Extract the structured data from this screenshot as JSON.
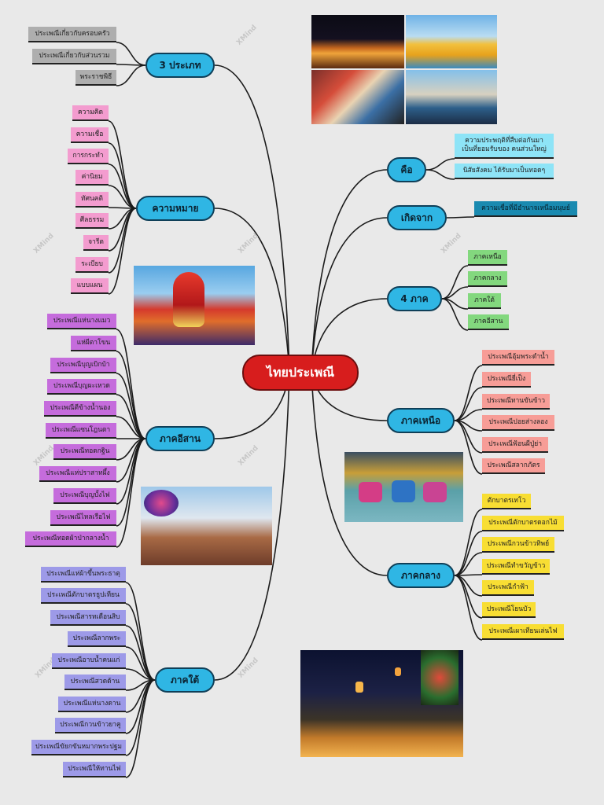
{
  "root": "ไทยประเพณี",
  "watermark": "XMind",
  "branches": {
    "types": {
      "label": "3 ประเภท",
      "items": [
        "ประเพณีเกี่ยวกับครอบครัว",
        "ประเพณีเกี่ยวกับส่วนรวม",
        "พระราชพิธี"
      ]
    },
    "meaning": {
      "label": "ความหมาย",
      "items": [
        "ความคิด",
        "ความเชื่อ",
        "การกระทำ",
        "ค่านิยม",
        "ทัศนคติ",
        "ศีลธรรม",
        "จารีต",
        "ระเบียบ",
        "แบบแผน"
      ]
    },
    "isan": {
      "label": "ภาคอีสาน",
      "items": [
        "ประเพณีแห่นางแมว",
        "แห่ผีตาโขน",
        "ประเพณีบุญเบิกบ้า",
        "ประเพณีบุญผะเหวด",
        "ประเพณีตีข้างน้ำนอง",
        "ประเพณีแซนโฎนตา",
        "ประเพณีทอดกฐิน",
        "ประเพณีแห่ปราสาทผึ้ง",
        "ประเพณีบุญบั้งไฟ",
        "ประเพณีไหลเรือไฟ",
        "ประเพณีทอดผ้าป่ากลางน้ำ"
      ]
    },
    "south": {
      "label": "ภาคใต้",
      "items": [
        "ประเพณีแห่ผ้าขึ้นพระธาตุ",
        "ประเพณีตักบาตรธูปเทียน",
        "ประเพณีสารทเดือนสิบ",
        "ประเพณีลากพระ",
        "ประเพณีอาบน้ำคนแก่",
        "ประเพณีสวดด้าน",
        "ประเพณีแห่นางดาน",
        "ประเพณีกวนข้าวยาคู",
        "ประเพณีขัยกขันหมากพระปฐม",
        "ประเพณีให้ทานไฟ"
      ]
    },
    "is": {
      "label": "คือ",
      "items": [
        "ความประพฤติที่สืบต่อกันมา เป็นที่ยอมรับของ คนส่วนใหญ่",
        "นิสัยสังคม ได้รับมาเป็นทอดๆ"
      ]
    },
    "origin": {
      "label": "เกิดจาก",
      "items": [
        "ความเชื่อที่มีอำนาจเหนือมนุษย์"
      ]
    },
    "regions": {
      "label": "4 ภาค",
      "items": [
        "ภาคเหนือ",
        "ภาคกลาง",
        "ภาคใต้",
        "ภาคอีสาน"
      ]
    },
    "north": {
      "label": "ภาคเหนือ",
      "items": [
        "ประเพณีอุ้มพระดำน้ำ",
        "ประเพณียี่เป็ง",
        "ประเพณีทานขันข้าว",
        "ประเพณีปอยส่างลอง",
        "ประเพณีฟ้อนผีปู่ย่า",
        "ประเพณีสลากภัตร"
      ]
    },
    "central": {
      "label": "ภาคกลาง",
      "items": [
        "ตักบาตรเทโว",
        "ประเพณีตักบาตรดอกไม้",
        "ประเพณีกวนข้าวทิพย์",
        "ประเพณีทำขวัญข้าว",
        "ประเพณีกำฟ้า",
        "ประเพณีโยนบัว",
        "ประเพณีเผาเทียนเล่นไฟ"
      ]
    }
  }
}
